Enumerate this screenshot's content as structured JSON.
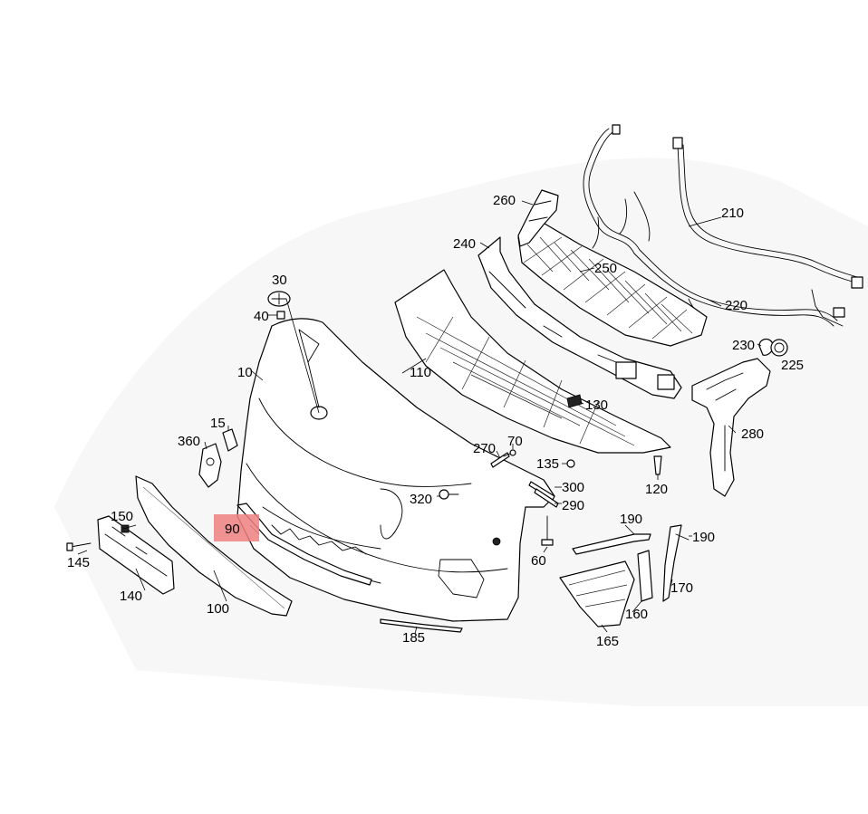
{
  "diagram": {
    "highlight_color": "#f08080",
    "highlighted_part": "90",
    "callouts": [
      {
        "id": "30",
        "text": "30"
      },
      {
        "id": "40",
        "text": "40"
      },
      {
        "id": "10",
        "text": "10"
      },
      {
        "id": "15",
        "text": "15"
      },
      {
        "id": "360",
        "text": "360"
      },
      {
        "id": "90",
        "text": "90"
      },
      {
        "id": "150",
        "text": "150"
      },
      {
        "id": "145",
        "text": "145"
      },
      {
        "id": "140",
        "text": "140"
      },
      {
        "id": "100",
        "text": "100"
      },
      {
        "id": "110",
        "text": "110"
      },
      {
        "id": "260",
        "text": "260"
      },
      {
        "id": "240",
        "text": "240"
      },
      {
        "id": "250",
        "text": "250"
      },
      {
        "id": "210",
        "text": "210"
      },
      {
        "id": "220",
        "text": "220"
      },
      {
        "id": "230",
        "text": "230"
      },
      {
        "id": "225",
        "text": "225"
      },
      {
        "id": "130",
        "text": "130"
      },
      {
        "id": "280",
        "text": "280"
      },
      {
        "id": "270",
        "text": "270"
      },
      {
        "id": "70",
        "text": "70"
      },
      {
        "id": "135",
        "text": "135"
      },
      {
        "id": "120",
        "text": "120"
      },
      {
        "id": "300",
        "text": "300"
      },
      {
        "id": "290",
        "text": "290"
      },
      {
        "id": "320",
        "text": "320"
      },
      {
        "id": "60",
        "text": "60"
      },
      {
        "id": "190a",
        "text": "190"
      },
      {
        "id": "190b",
        "text": "190"
      },
      {
        "id": "170",
        "text": "170"
      },
      {
        "id": "160",
        "text": "160"
      },
      {
        "id": "165",
        "text": "165"
      },
      {
        "id": "185",
        "text": "185"
      }
    ]
  }
}
